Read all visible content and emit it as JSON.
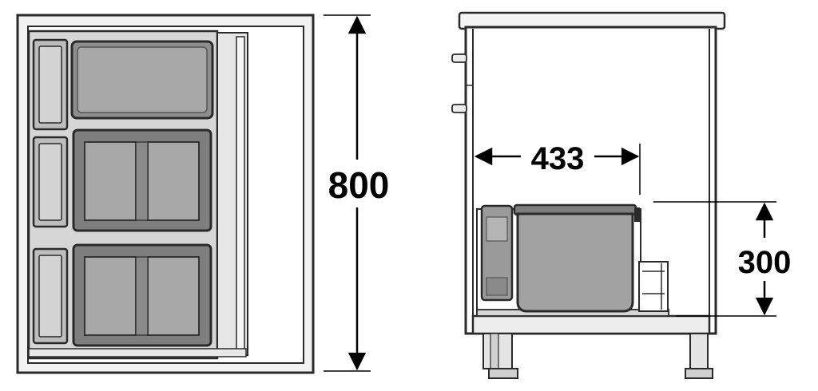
{
  "dimensions": {
    "height": "800",
    "depth": "433",
    "bin_height": "300"
  },
  "colors": {
    "outline": "#2a2a2a",
    "cabinet_fill": "#f4f4f4",
    "bin_fill": "#9e9e9e",
    "bin_frame": "#6e6e6e",
    "drawer_fill": "#d4d4d4",
    "leg_fill": "#dcdcdc"
  }
}
